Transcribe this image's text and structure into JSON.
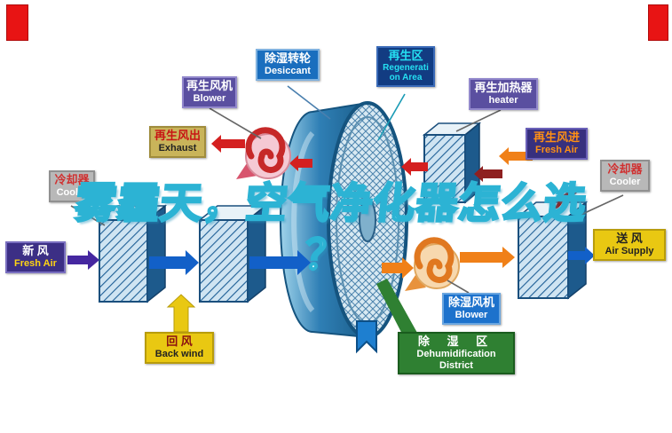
{
  "title": {
    "main": "雾霾天，空气净化器怎么选",
    "tail": "？"
  },
  "labels": {
    "regen_blower": {
      "cn": "再生风机",
      "en": "Blower"
    },
    "desiccant": {
      "cn": "除湿转轮",
      "en": "Desiccant"
    },
    "regen_area": {
      "cn": "再生区",
      "en": "Regeneration Area"
    },
    "regen_heater": {
      "cn": "再生加热器",
      "en": "heater"
    },
    "exhaust": {
      "cn": "再生风出",
      "en": "Exhaust"
    },
    "regen_in": {
      "cn": "再生风进",
      "en": "Fresh Air"
    },
    "cooler_left": {
      "cn": "冷却器",
      "en": "Cooler"
    },
    "cooler_right": {
      "cn": "冷却器",
      "en": "Cooler"
    },
    "fresh_air": {
      "cn": "新 风",
      "en": "Fresh Air"
    },
    "back_wind": {
      "cn": "回 风",
      "en": "Back wind"
    },
    "dehum_blower": {
      "cn": "除湿风机",
      "en": "Blower"
    },
    "air_supply": {
      "cn": "送 风",
      "en": "Air Supply"
    },
    "dehum_district": {
      "cn": "除 湿 区",
      "en1": "Dehumidification",
      "en2": "District"
    }
  },
  "icons": {
    "blower-fan": "spiral-circle",
    "desiccant-wheel": "hatched-cylinder",
    "heat-exchanger": "hatched-slab",
    "flow-arrow": "block-arrow",
    "wheel-tag": "folded-ribbon"
  },
  "colors": {
    "background": "#ffffff",
    "title_fill": "#eafbfe",
    "title_stroke": "#2cb3d4",
    "wheel_body": "#2f7fb5",
    "wheel_face": "#d8e9f2",
    "wheel_outline": "#15547f",
    "arrow_blue": "#1260c8",
    "arrow_red": "#d42020",
    "arrow_maroon": "#8e2020",
    "arrow_orange": "#f08018",
    "arrow_yellow": "#e9c812",
    "arrow_purple": "#4527a0",
    "arrow_green": "#2f8032",
    "label_blue": "#1a6ebe",
    "label_navy": "#123c82",
    "label_purple": "#5a4fa0",
    "label_dark_purple": "#3c2f85",
    "label_tan": "#c9b45a",
    "label_gray": "#b8b8b8",
    "label_yellow": "#e9c812",
    "label_green": "#2f8032",
    "marker_red": "#e81414"
  }
}
